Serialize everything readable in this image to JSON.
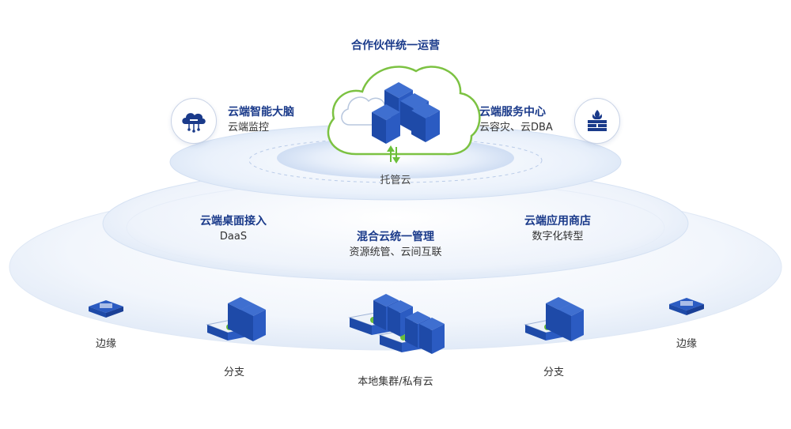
{
  "top": {
    "title": "合作伙伴统一运营",
    "cloud_label": "托管云"
  },
  "left_feature": {
    "title": "云端智能大脑",
    "subtitle": "云端监控",
    "icon": "cloud-network-icon"
  },
  "right_feature": {
    "title": "云端服务中心",
    "subtitle": "云容灾、云DBA",
    "icon": "firewall-icon"
  },
  "middle": {
    "left": {
      "title": "云端桌面接入",
      "subtitle": "DaaS"
    },
    "center": {
      "title": "混合云统一管理",
      "subtitle": "资源统管、云间互联"
    },
    "right": {
      "title": "云端应用商店",
      "subtitle": "数字化转型"
    }
  },
  "bottom": {
    "edge_left": "边缘",
    "branch_left": "分支",
    "local": "本地集群/私有云",
    "branch_right": "分支",
    "edge_right": "边缘"
  },
  "colors": {
    "primary": "#1a3a8a",
    "accent_green": "#6bbf3a",
    "ring": "#dbe6f6",
    "server_blue": "#1e4aa8"
  }
}
